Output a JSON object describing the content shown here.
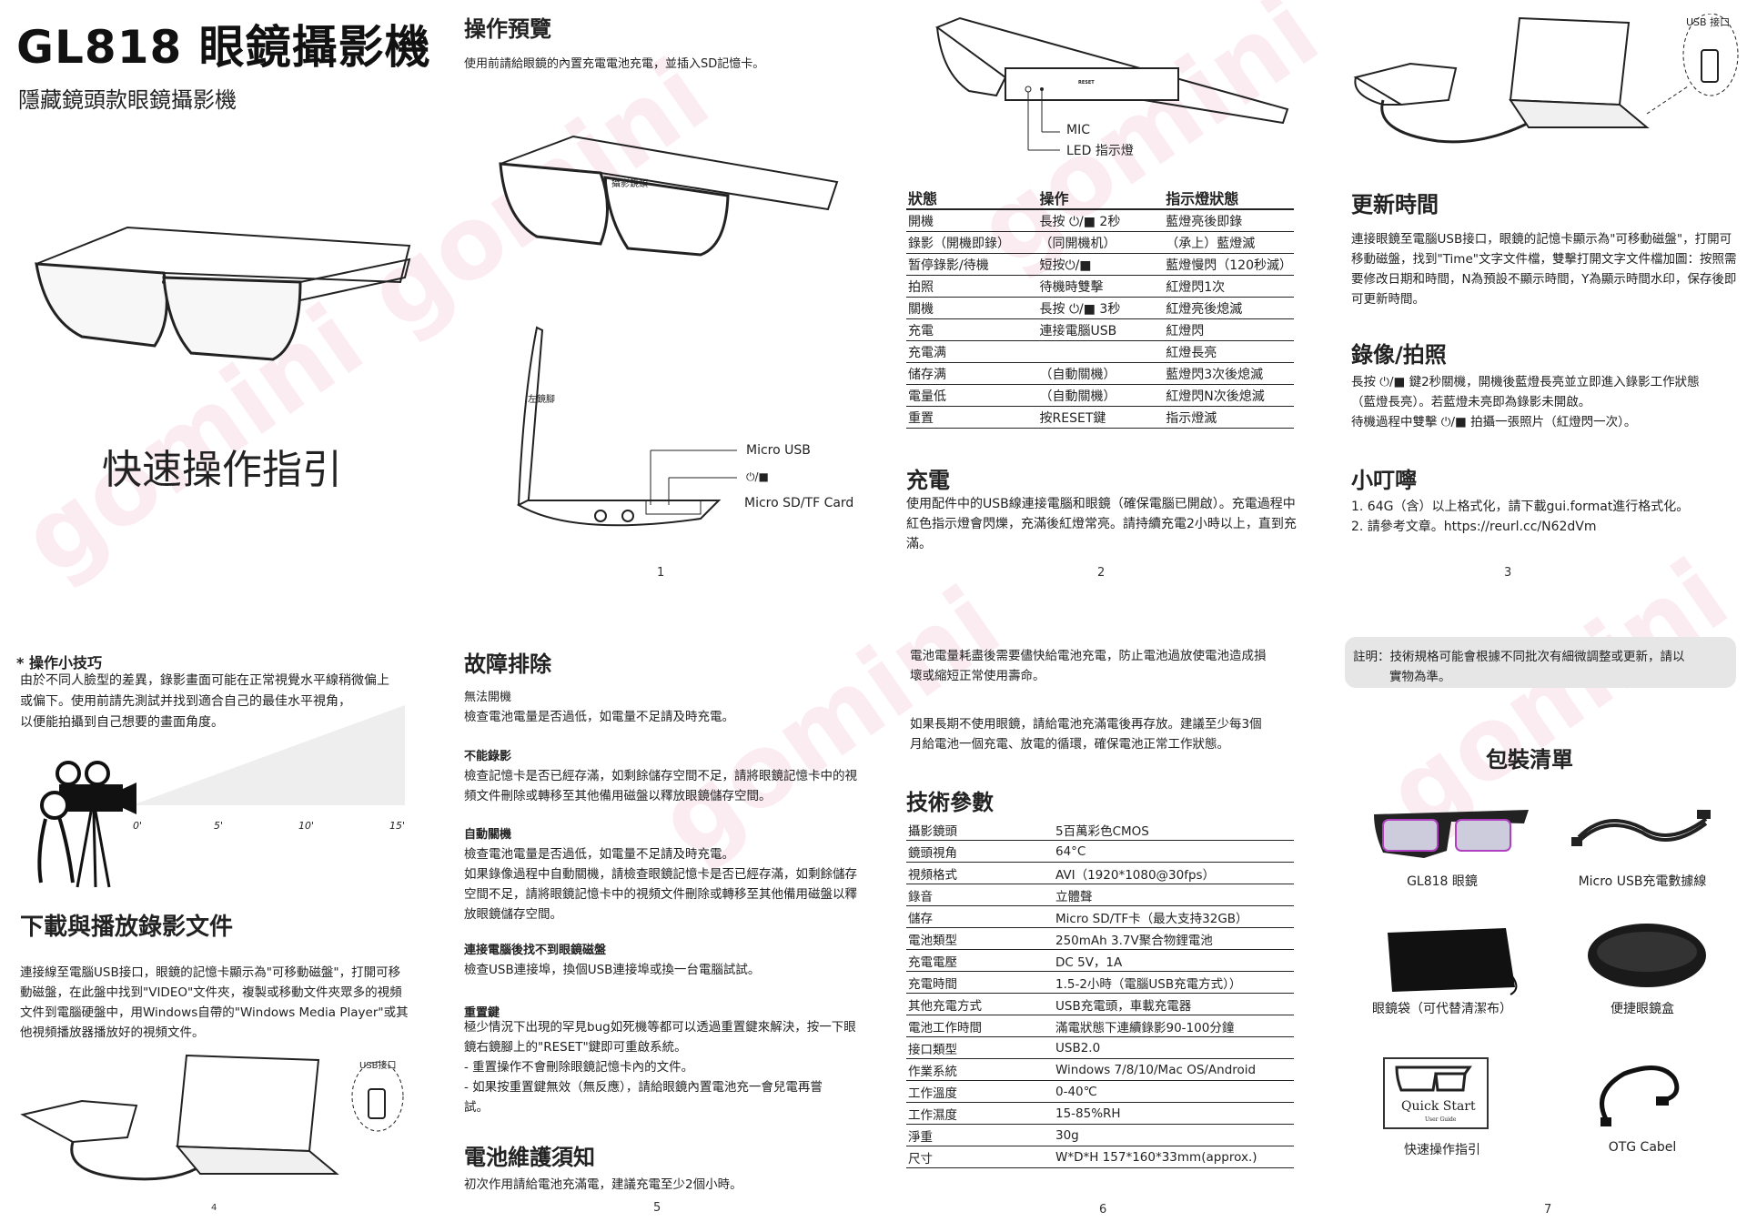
{
  "watermark": "gomini",
  "page1": {
    "model_title": "GL818 眼鏡攝影機",
    "subtitle": "隱藏鏡頭款眼鏡攝影機",
    "guide_title": "快速操作指引"
  },
  "page2": {
    "heading": "操作預覽",
    "intro": "使用前請給眼鏡的內置充電電池充電，並插入SD記憶卡。",
    "label_lens": "攝影鏡頭",
    "label_left_leg": "左鏡腳",
    "label_micro_usb": "Micro USB",
    "label_power": "⏻/■",
    "label_sd": "Micro SD/TF Card",
    "page_number": "1"
  },
  "page3": {
    "label_mic": "MIC",
    "label_led": "LED 指示燈",
    "label_reset": "RESET",
    "table_headers": [
      "狀態",
      "操作",
      "指示燈狀態"
    ],
    "table_rows": [
      [
        "開機",
        "長按 ⏻/■ 2秒",
        "藍燈亮後即錄"
      ],
      [
        "錄影（開機即錄）",
        "（同開機机）",
        "（承上）藍燈滅"
      ],
      [
        "暂停錄影/待機",
        "短按⏻/■",
        "藍燈慢閃（120秒滅）"
      ],
      [
        "拍照",
        "待機時雙擊",
        "紅燈閃1次"
      ],
      [
        "關機",
        "長按 ⏻/■ 3秒",
        "紅燈亮後熄滅"
      ],
      [
        "充電",
        "連接電腦USB",
        "紅燈閃"
      ],
      [
        "充電满",
        "",
        "紅燈長亮"
      ],
      [
        "储存满",
        "（自動關機）",
        "藍燈閃3次後熄滅"
      ],
      [
        "電量低",
        "（自動關機）",
        "紅燈閃N次後熄滅"
      ],
      [
        "重置",
        "按RESET鍵",
        "指示燈滅"
      ]
    ],
    "charge_heading": "充電",
    "charge_text": "使用配件中的USB線連接電腦和眼鏡（確保電腦已開啟）。充電過程中紅色指示燈會閃爍，充滿後紅燈常亮。請持續充電2小時以上，直到充滿。",
    "page_number": "2"
  },
  "page4": {
    "usb_label": "USB 接口",
    "time_heading": "更新時間",
    "time_text": "連接眼鏡至電腦USB接口，眼鏡的記憶卡顯示為\"可移動磁盤\"，打開可移動磁盤，找到\"Time\"文字文件檔，雙擊打開文字文件檔加圖：按照需要修改日期和時間，N為預設不顯示時間，Y為顯示時間水印，保存後即可更新時間。",
    "record_heading": "錄像/拍照",
    "record_lines": [
      "長按 ⏻/■ 鍵2秒關機，開機後藍燈長亮並立即進入錄影工作狀態",
      "（藍燈長亮）。若藍燈未亮即為錄影未開啟。",
      "待機過程中雙擊 ⏻/■ 拍攝一張照片（紅燈閃一次）。"
    ],
    "tips_heading": "小叮嚀",
    "tips_lines": [
      "1. 64G（含）以上格式化，請下載gui.format進行格式化。",
      "2. 請參考文章。https://reurl.cc/N62dVm"
    ],
    "page_number": "3"
  },
  "page5": {
    "tip_heading": "* 操作小技巧",
    "tip_lines": [
      "由於不同人臉型的差異，錄影畫面可能在正常視覺水平線稍微偏上",
      "或偏下。使用前請先測試并找到適合自己的最佳水平視角，",
      "以便能拍攝到自己想要的畫面角度。"
    ],
    "angle_ticks": [
      "0'",
      "5'",
      "10'",
      "15'"
    ],
    "download_heading": "下載與播放錄影文件",
    "download_text": "連接線至電腦USB接口，眼鏡的記憶卡顯示為\"可移動磁盤\"，打開可移動磁盤，在此盤中找到\"VIDEO\"文件夾，複製或移動文件夾眾多的視頻文件到電腦硬盤中，用Windows自帶的\"Windows Media Player\"或其他視頻播放器播放好的視頻文件。",
    "usb_label": "USB接口",
    "page_number": "4"
  },
  "page6": {
    "heading": "故障排除",
    "items": [
      {
        "title": "無法開機",
        "text": "檢查電池電量是否過低，如電量不足請及時充電。"
      },
      {
        "title": "不能錄影",
        "text": "檢查記憶卡是否已經存滿，如剩餘儲存空間不足，請將眼鏡記憶卡中的視頻文件刪除或轉移至其他備用磁盤以釋放眼鏡儲存空間。"
      },
      {
        "title": "自動關機",
        "text": " 檢查電池電量是否過低，如電量不足請及時充電。\n如果錄像過程中自動關機，請檢查眼鏡記憶卡是否已經存滿，如剩餘儲存空間不足，請將眼鏡記憶卡中的視頻文件刪除或轉移至其他備用磁盤以釋放眼鏡儲存空間。"
      },
      {
        "title": "連接電腦後找不到眼鏡磁盤",
        "text": "檢查USB連接埠，換個USB連接埠或換一台電腦試試。"
      },
      {
        "title": "重置鍵",
        "text": "極少情況下出現的罕見bug如死機等都可以透過重置鍵來解決，按一下眼鏡右鏡腳上的\"RESET\"鍵即可重啟系統。\n- 重置操作不會刪除眼鏡記憶卡內的文件。\n- 如果按重置鍵無效（無反應），請給眼鏡內置電池充一會兒電再嘗\n  試。"
      }
    ],
    "battery_heading": "電池維護須知",
    "battery_text": "初次作用請給電池充滿電，建議充電至少2個小時。",
    "page_number": "5"
  },
  "page7": {
    "battery_text1": "電池電量耗盡後需要儘快給電池充電，防止電池過放使電池造成損壞或縮短正常使用壽命。",
    "battery_text2": "如果長期不使用眼鏡，請給電池充滿電後再存放。建議至少每3個月給電池一個充電、放電的循環，確保電池正常工作狀態。",
    "spec_heading": "技術參數",
    "specs": [
      [
        "攝影鏡頭",
        "5百萬彩色CMOS"
      ],
      [
        "鏡頭視角",
        "64°C"
      ],
      [
        "視頻格式",
        "AVI（1920*1080@30fps）"
      ],
      [
        "錄音",
        "立體聲"
      ],
      [
        "儲存",
        "Micro SD/TF卡（最大支持32GB）"
      ],
      [
        "電池類型",
        "250mAh 3.7V聚合物鋰電池"
      ],
      [
        "充電電壓",
        "DC 5V，1A"
      ],
      [
        "充電時間",
        "1.5-2小時（電腦USB充電方式））"
      ],
      [
        "其他充電方式",
        "USB充電頭，車載充電器"
      ],
      [
        "電池工作時間",
        "滿電狀態下連續錄影90-100分鐘"
      ],
      [
        "接口類型",
        "USB2.0"
      ],
      [
        "作業系統",
        "Windows 7/8/10/Mac OS/Android"
      ],
      [
        "工作溫度",
        "0-40℃"
      ],
      [
        "工作濕度",
        "15-85%RH"
      ],
      [
        "淨重",
        "30g"
      ],
      [
        "尺寸",
        "W*D*H 157*160*33mm(approx.)"
      ]
    ],
    "page_number": "6"
  },
  "page8": {
    "note_lines": [
      "註明：技術規格可能會根據不同批次有細微調整或更新，請以",
      "實物為準。"
    ],
    "package_heading": "包裝清單",
    "items": [
      "GL818 眼鏡",
      "Micro USB充電數據線",
      "眼鏡袋（可代替清潔布）",
      "便捷眼鏡盒",
      "快速操作指引",
      "OTG Cabel"
    ],
    "quick_start": "Quick Start",
    "user_guide": "User Guide",
    "page_number": "7"
  }
}
